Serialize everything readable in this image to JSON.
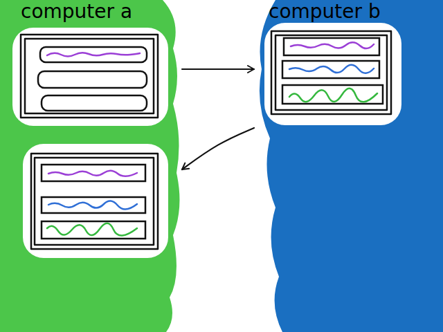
{
  "diagram": {
    "nodes": [
      {
        "text": [
          "computer a"
        ]
      },
      {
        "text": [
          "computer b"
        ]
      }
    ],
    "edges": [
      {
        "from": 0,
        "to": 1,
        "arrow": "to"
      },
      {
        "from": 1,
        "to": 0,
        "arrow": "to"
      }
    ]
  }
}
